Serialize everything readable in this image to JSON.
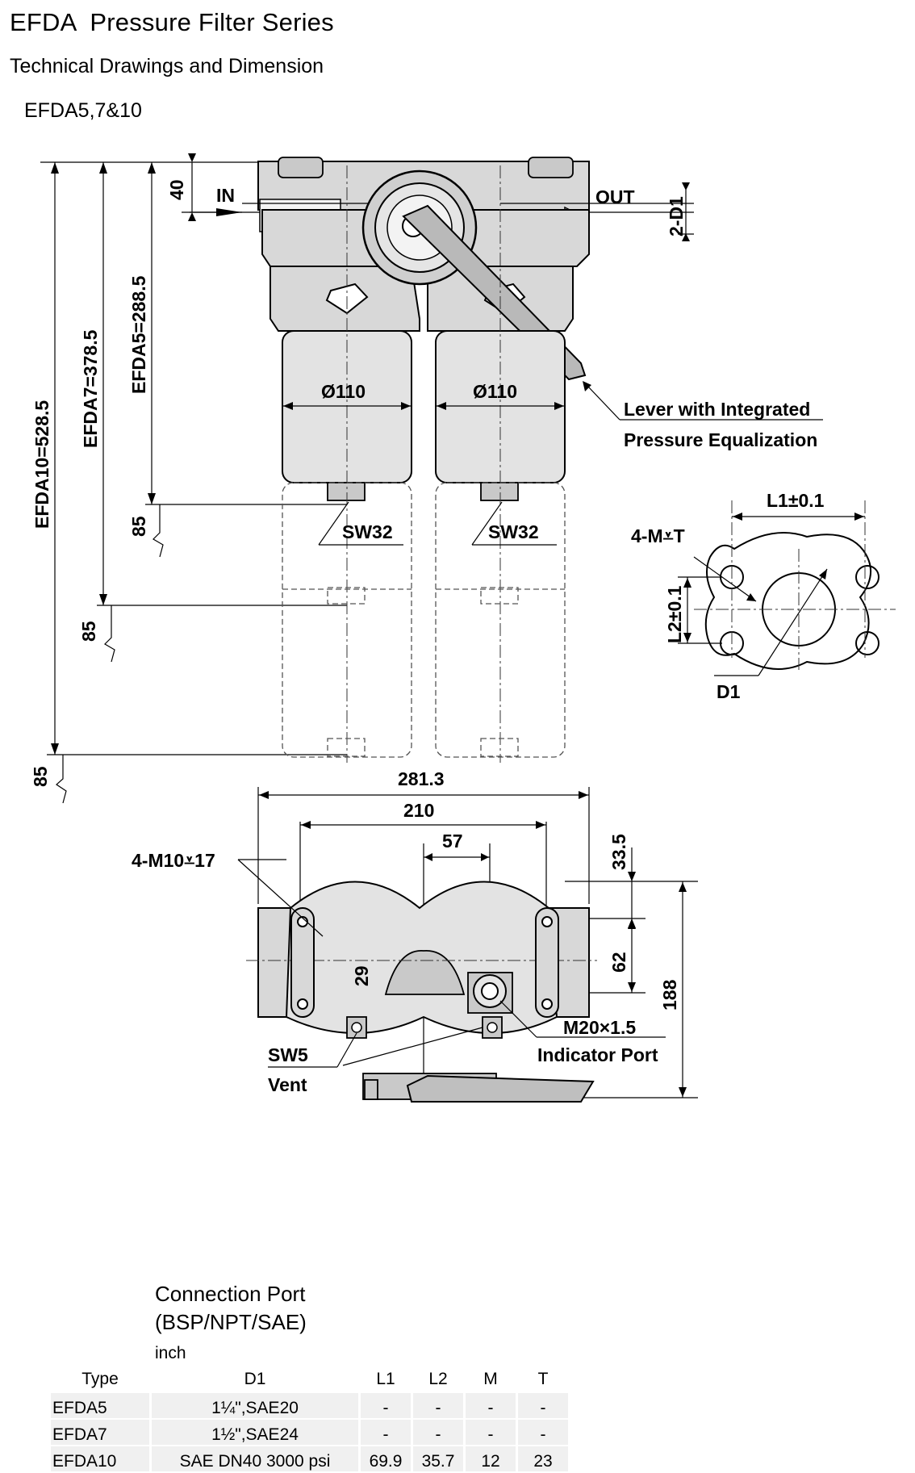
{
  "header": {
    "title": "EFDA  Pressure Filter Series",
    "subtitle": "Technical Drawings and Dimension",
    "models": "EFDA5,7&10"
  },
  "front_view": {
    "dim_40": "40",
    "in_label": "IN",
    "out_label": "OUT",
    "dim_2d1": "2-D1",
    "efda10_height": "EFDA10=528.5",
    "efda7_height": "EFDA7=378.5",
    "efda5_height": "EFDA5=288.5",
    "bowl_dia_left": "Ø110",
    "bowl_dia_right": "Ø110",
    "sw32_left": "SW32",
    "sw32_right": "SW32",
    "clearance_85_a": "85",
    "clearance_85_b": "85",
    "clearance_85_c": "85",
    "lever_note_1": "Lever with Integrated",
    "lever_note_2": "Pressure Equalization"
  },
  "flange_view": {
    "l1": "L1±0.1",
    "l2": "L2±0.1",
    "thread": "4-M⩡T",
    "d1": "D1"
  },
  "top_view": {
    "dim_281": "281.3",
    "dim_210": "210",
    "dim_57": "57",
    "dim_33": "33.5",
    "dim_62": "62",
    "dim_188": "188",
    "dim_29": "29",
    "mount_thread": "4-M10⩡17",
    "sw5": "SW5",
    "vent": "Vent",
    "m20": "M20×1.5",
    "indicator": "Indicator Port"
  },
  "connection_port": {
    "title": "Connection Port",
    "subtitle": "(BSP/NPT/SAE)",
    "unit": "inch",
    "columns": [
      "Type",
      "D1",
      "L1",
      "L2",
      "M",
      "T"
    ],
    "rows": [
      {
        "type": "EFDA5",
        "d1": "1¼\",SAE20",
        "l1": "-",
        "l2": "-",
        "m": "-",
        "t": "-"
      },
      {
        "type": "EFDA7",
        "d1": "1½\",SAE24",
        "l1": "-",
        "l2": "-",
        "m": "-",
        "t": "-"
      },
      {
        "type": "EFDA10",
        "d1": "SAE DN40 3000 psi",
        "l1": "69.9",
        "l2": "35.7",
        "m": "12",
        "t": "23"
      }
    ]
  }
}
